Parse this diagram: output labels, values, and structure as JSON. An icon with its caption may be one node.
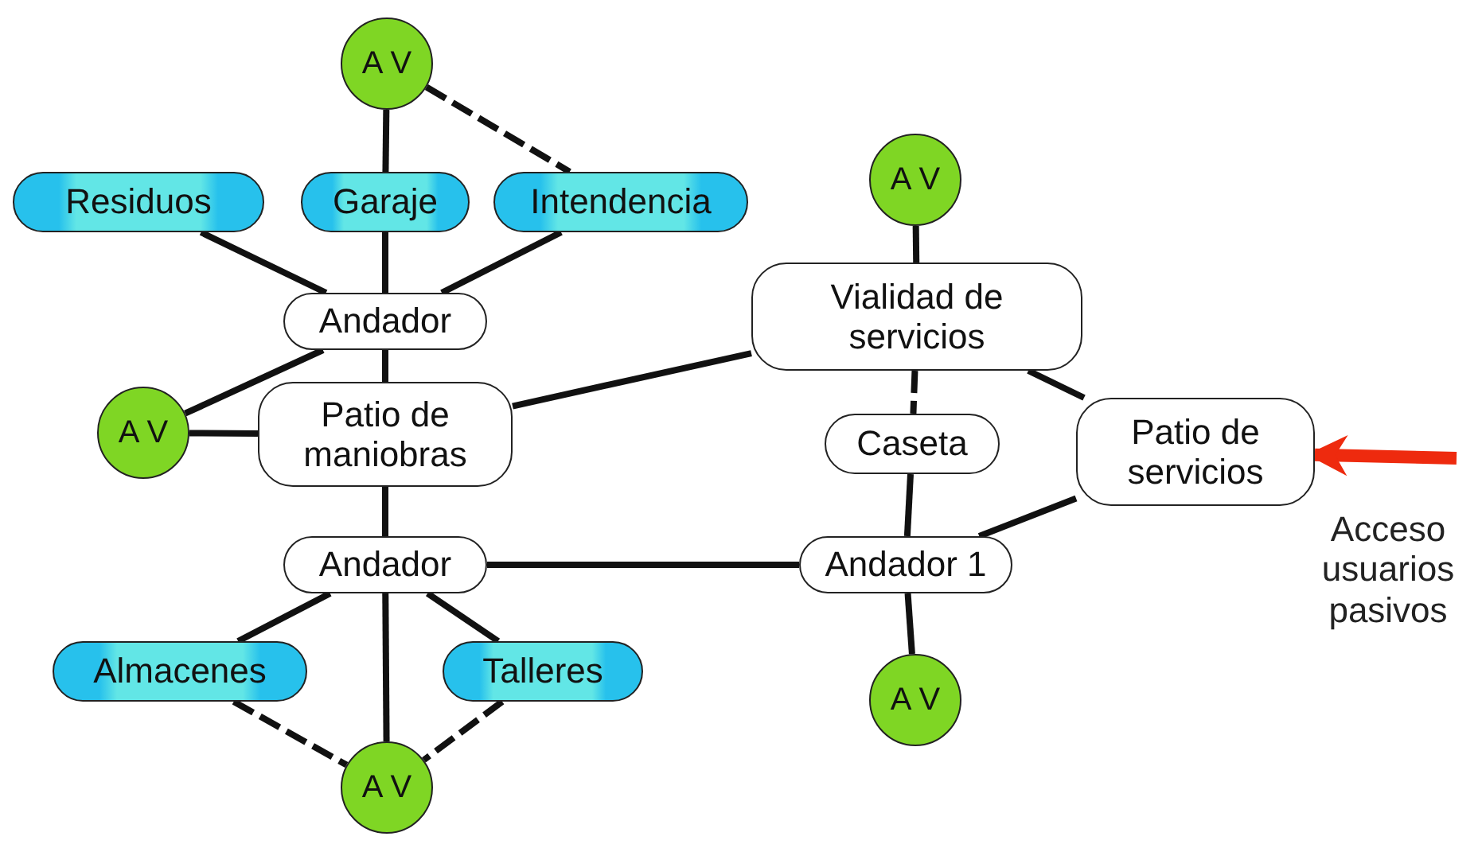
{
  "diagram": {
    "nodes": [
      {
        "text": [
          "A V"
        ]
      },
      {
        "text": [
          "Residuos"
        ]
      },
      {
        "text": [
          "Garaje"
        ]
      },
      {
        "text": [
          "Intendencia"
        ]
      },
      {
        "text": [
          "Andador"
        ]
      },
      {
        "text": [
          "A V"
        ]
      },
      {
        "text": [
          "Patio de maniobras"
        ]
      },
      {
        "text": [
          "A V"
        ]
      },
      {
        "text": [
          "Vialidad de servicios"
        ]
      },
      {
        "text": [
          "Caseta"
        ]
      },
      {
        "text": [
          "Patio de servicios"
        ]
      },
      {
        "text": [
          "Andador"
        ]
      },
      {
        "text": [
          "Andador 1"
        ]
      },
      {
        "text": [
          "Almacenes"
        ]
      },
      {
        "text": [
          "Talleres"
        ]
      },
      {
        "text": [
          "A V"
        ]
      },
      {
        "text": [
          "A V"
        ]
      }
    ],
    "edges": [
      {
        "from": 0,
        "to": 2,
        "arrow": "none"
      },
      {
        "from": 0,
        "to": 3,
        "arrow": "none",
        "style": "dashed"
      },
      {
        "from": 1,
        "to": 4,
        "arrow": "none"
      },
      {
        "from": 2,
        "to": 4,
        "arrow": "none"
      },
      {
        "from": 3,
        "to": 4,
        "arrow": "none"
      },
      {
        "from": 4,
        "to": 5,
        "arrow": "none"
      },
      {
        "from": 4,
        "to": 6,
        "arrow": "none"
      },
      {
        "from": 5,
        "to": 6,
        "arrow": "none"
      },
      {
        "from": 6,
        "to": 8,
        "arrow": "none"
      },
      {
        "from": 7,
        "to": 8,
        "arrow": "none"
      },
      {
        "from": 8,
        "to": 9,
        "arrow": "none",
        "style": "dashed"
      },
      {
        "from": 8,
        "to": 10,
        "arrow": "none"
      },
      {
        "from": 9,
        "to": 12,
        "arrow": "none"
      },
      {
        "from": 6,
        "to": 11,
        "arrow": "none"
      },
      {
        "from": 11,
        "to": 12,
        "arrow": "none"
      },
      {
        "from": 12,
        "to": 10,
        "arrow": "none"
      },
      {
        "from": 12,
        "to": 16,
        "arrow": "none"
      },
      {
        "from": 11,
        "to": 13,
        "arrow": "none"
      },
      {
        "from": 11,
        "to": 14,
        "arrow": "none"
      },
      {
        "from": 11,
        "to": 15,
        "arrow": "none"
      },
      {
        "from": 13,
        "to": 15,
        "arrow": "none",
        "style": "dashed"
      },
      {
        "from": 14,
        "to": 15,
        "arrow": "none",
        "style": "dashed"
      },
      {
        "from": null,
        "to": 10,
        "arrow": "to",
        "style": "thick",
        "color": "#ee2a0e"
      }
    ],
    "labels": [
      "Acceso usuarios pasivos"
    ]
  }
}
